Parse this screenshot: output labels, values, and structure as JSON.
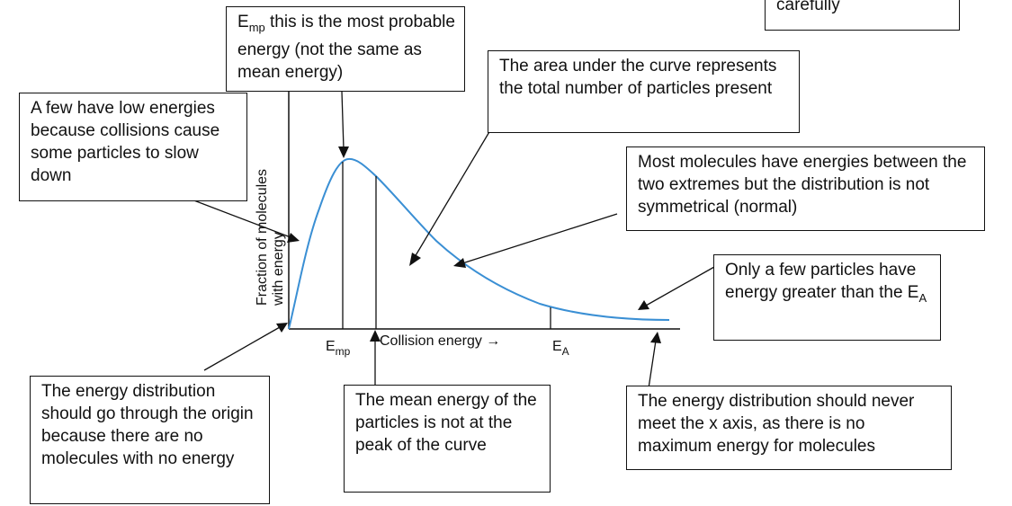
{
  "boxes": {
    "top_right_fragment": "carefully",
    "emp_note": {
      "symbol": "E",
      "sub": "mp",
      "text": " this is the most probable energy (not the same as mean energy)"
    },
    "area_note": "The area under the curve represents the total number of particles present",
    "low_energy_note": "A few have low energies because collisions cause some particles to slow down",
    "most_molecules_note": "Most molecules have energies between the two extremes but the distribution is not symmetrical (normal)",
    "few_particles_note": {
      "text": "Only a few particles have energy greater than the E",
      "sub": "A"
    },
    "origin_note": "The energy distribution should go through the origin because there are no molecules with no energy",
    "mean_note": "The mean energy of the particles is not at the peak of the curve",
    "never_meet_note": "The energy distribution should never meet the x axis, as there is no maximum energy for molecules"
  },
  "chart_data": {
    "type": "line",
    "xlabel": "Collision energy →",
    "ylabel_line1": "Fraction of molecules",
    "ylabel_line2": "with energy",
    "x_markers": [
      {
        "symbol": "E",
        "sub": "mp"
      },
      {
        "symbol": "E",
        "sub": "A"
      }
    ],
    "colors": {
      "curve": "#3a8fd4",
      "ink": "#111111"
    }
  }
}
